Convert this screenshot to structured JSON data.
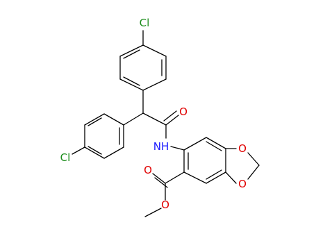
{
  "molecule": {
    "atoms": {
      "cl_top": "Cl",
      "cl_left": "Cl",
      "o_amide": "O",
      "n_amide": "NH",
      "o_ring_upper": "O",
      "o_ring_lower": "O",
      "o_ester_carbonyl": "O",
      "o_ester_single": "O"
    },
    "colors": {
      "bond": "#000000",
      "chlorine": "#1a8c1a",
      "oxygen": "#e00000",
      "nitrogen": "#1a1aff"
    }
  }
}
